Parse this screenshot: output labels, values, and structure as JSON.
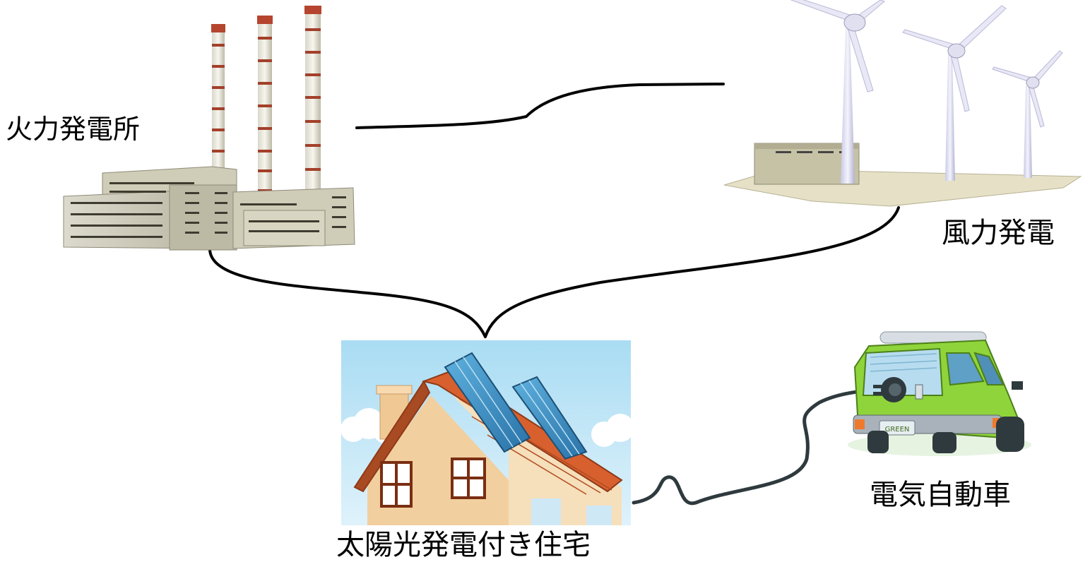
{
  "nodes": {
    "thermal_plant": {
      "label": "火力発電所",
      "icon": "thermal-power-plant-icon"
    },
    "wind_power": {
      "label": "風力発電",
      "icon": "wind-turbine-icon"
    },
    "solar_house": {
      "label": "太陽光発電付き住宅",
      "icon": "solar-house-icon"
    },
    "electric_car": {
      "label": "電気自動車",
      "icon": "electric-car-icon",
      "plate": "GREEN"
    }
  },
  "colors": {
    "sky": "#bfe6f7",
    "roof": "#d8602e",
    "wall": "#f2cf9f",
    "panel": "#3a8fc4",
    "car": "#8fd43a",
    "stack_band": "#a3402a",
    "building": "#c9c6b2",
    "connector": "#000000"
  }
}
